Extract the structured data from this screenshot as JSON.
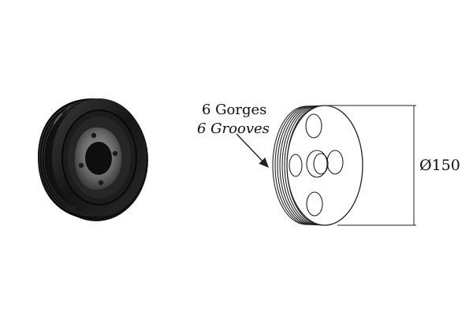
{
  "annotation": {
    "grooves_fr": "6 Gorges",
    "grooves_en": "6 Grooves"
  },
  "dimension": {
    "diameter_label": "Ø150"
  },
  "colors": {
    "photo_dark": "#1a1a1a",
    "photo_mid": "#2e2e2e",
    "photo_hub": "#6b6b6b",
    "line": "#222222"
  }
}
